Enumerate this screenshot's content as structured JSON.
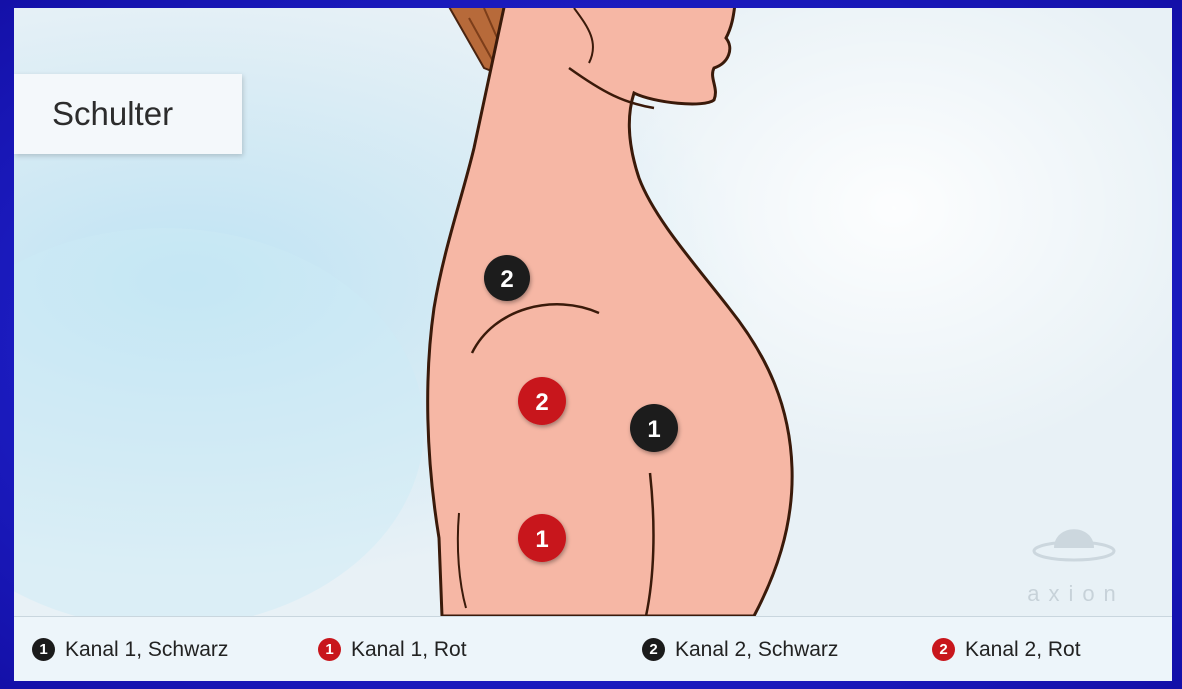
{
  "title": "Schulter",
  "markers": [
    {
      "number": "2",
      "color": "black"
    },
    {
      "number": "2",
      "color": "red"
    },
    {
      "number": "1",
      "color": "black"
    },
    {
      "number": "1",
      "color": "red"
    }
  ],
  "legend": [
    {
      "number": "1",
      "color": "black",
      "label": "Kanal 1, Schwarz"
    },
    {
      "number": "1",
      "color": "red",
      "label": "Kanal 1, Rot"
    },
    {
      "number": "2",
      "color": "black",
      "label": "Kanal 2, Schwarz"
    },
    {
      "number": "2",
      "color": "red",
      "label": "Kanal 2, Rot"
    }
  ],
  "watermark": "axion",
  "colors": {
    "black_marker": "#1b1b1b",
    "red_marker": "#c8161c",
    "skin": "#f6b7a5",
    "outer_frame": "#2626d8"
  }
}
